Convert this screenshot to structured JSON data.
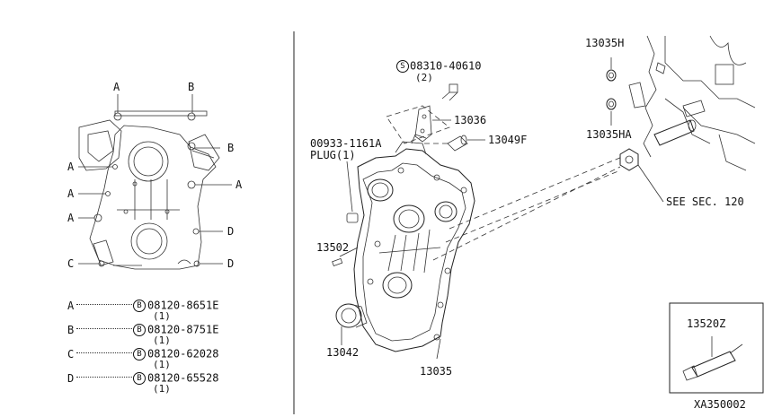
{
  "overview": {
    "callouts": {
      "a1": "A",
      "b1": "B",
      "b2": "B",
      "a2": "A",
      "a3": "A",
      "a4": "A",
      "a5": "A",
      "d1": "D",
      "c1": "C",
      "d2": "D"
    }
  },
  "legend": [
    {
      "letter": "A",
      "symbol": "B",
      "part": "08120-8651E",
      "qty": "(1)"
    },
    {
      "letter": "B",
      "symbol": "B",
      "part": "08120-8751E",
      "qty": "(1)"
    },
    {
      "letter": "C",
      "symbol": "B",
      "part": "08120-62028",
      "qty": "(1)"
    },
    {
      "letter": "D",
      "symbol": "B",
      "part": "08120-65528",
      "qty": "(1)"
    }
  ],
  "parts": {
    "screw_symbol": "S",
    "screw_part": "08310-40610",
    "screw_qty": "(2)",
    "p13036": "13036",
    "p13049f": "13049F",
    "plug_part": "00933-1161A",
    "plug_name": "PLUG(1)",
    "p13502": "13502",
    "p13042": "13042",
    "p13035": "13035",
    "p13035h": "13035H",
    "p13035ha": "13035HA",
    "see_sec": "SEE SEC. 120",
    "p13520z": "13520Z"
  },
  "diagram_id": "XA350002"
}
